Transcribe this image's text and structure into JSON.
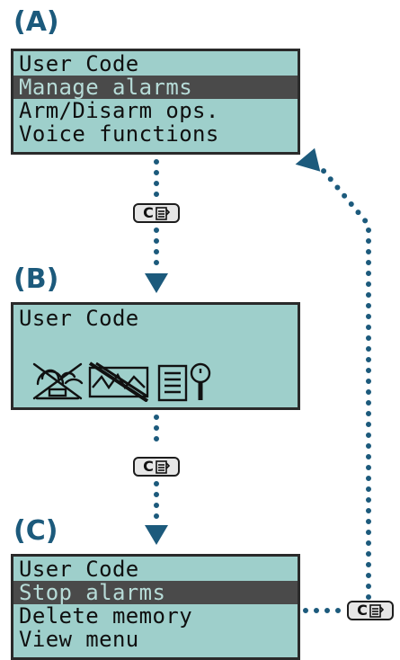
{
  "panels": [
    {
      "label": "(A)",
      "rows": [
        {
          "text": "User Code",
          "selected": false
        },
        {
          "text": "Manage alarms",
          "selected": true
        },
        {
          "text": "Arm/Disarm ops.",
          "selected": false
        },
        {
          "text": "Voice functions",
          "selected": false
        }
      ]
    },
    {
      "label": "(B)",
      "title": "User Code",
      "icons": [
        "alarm-silence-icon",
        "disabled-display-icon",
        "log-viewer-icon"
      ]
    },
    {
      "label": "(C)",
      "rows": [
        {
          "text": "User Code",
          "selected": false
        },
        {
          "text": "Stop alarms",
          "selected": true
        },
        {
          "text": "Delete memory",
          "selected": false
        },
        {
          "text": "View menu",
          "selected": false
        }
      ]
    }
  ],
  "button": {
    "letter": "C",
    "icon": "memo-icon"
  },
  "colors": {
    "lcd": "#9ecfcb",
    "arrow": "#1c5a7c",
    "label": "#1c5a7c",
    "selection": "#4a4a4a"
  }
}
